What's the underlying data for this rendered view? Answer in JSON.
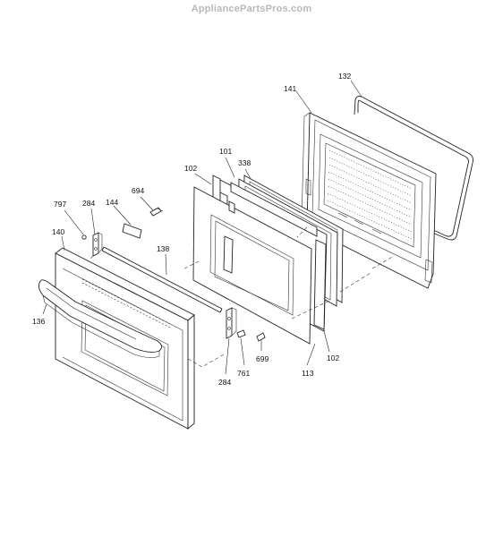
{
  "watermark": "AppliancePartsPros.com",
  "labels": {
    "l132": "132",
    "l141": "141",
    "l101": "101",
    "l338": "338",
    "l102a": "102",
    "l694": "694",
    "l797": "797",
    "l284a": "284",
    "l144": "144",
    "l140": "140",
    "l138": "138",
    "l136": "136",
    "l699": "699",
    "l102b": "102",
    "l113": "113",
    "l761": "761",
    "l284b": "284"
  }
}
